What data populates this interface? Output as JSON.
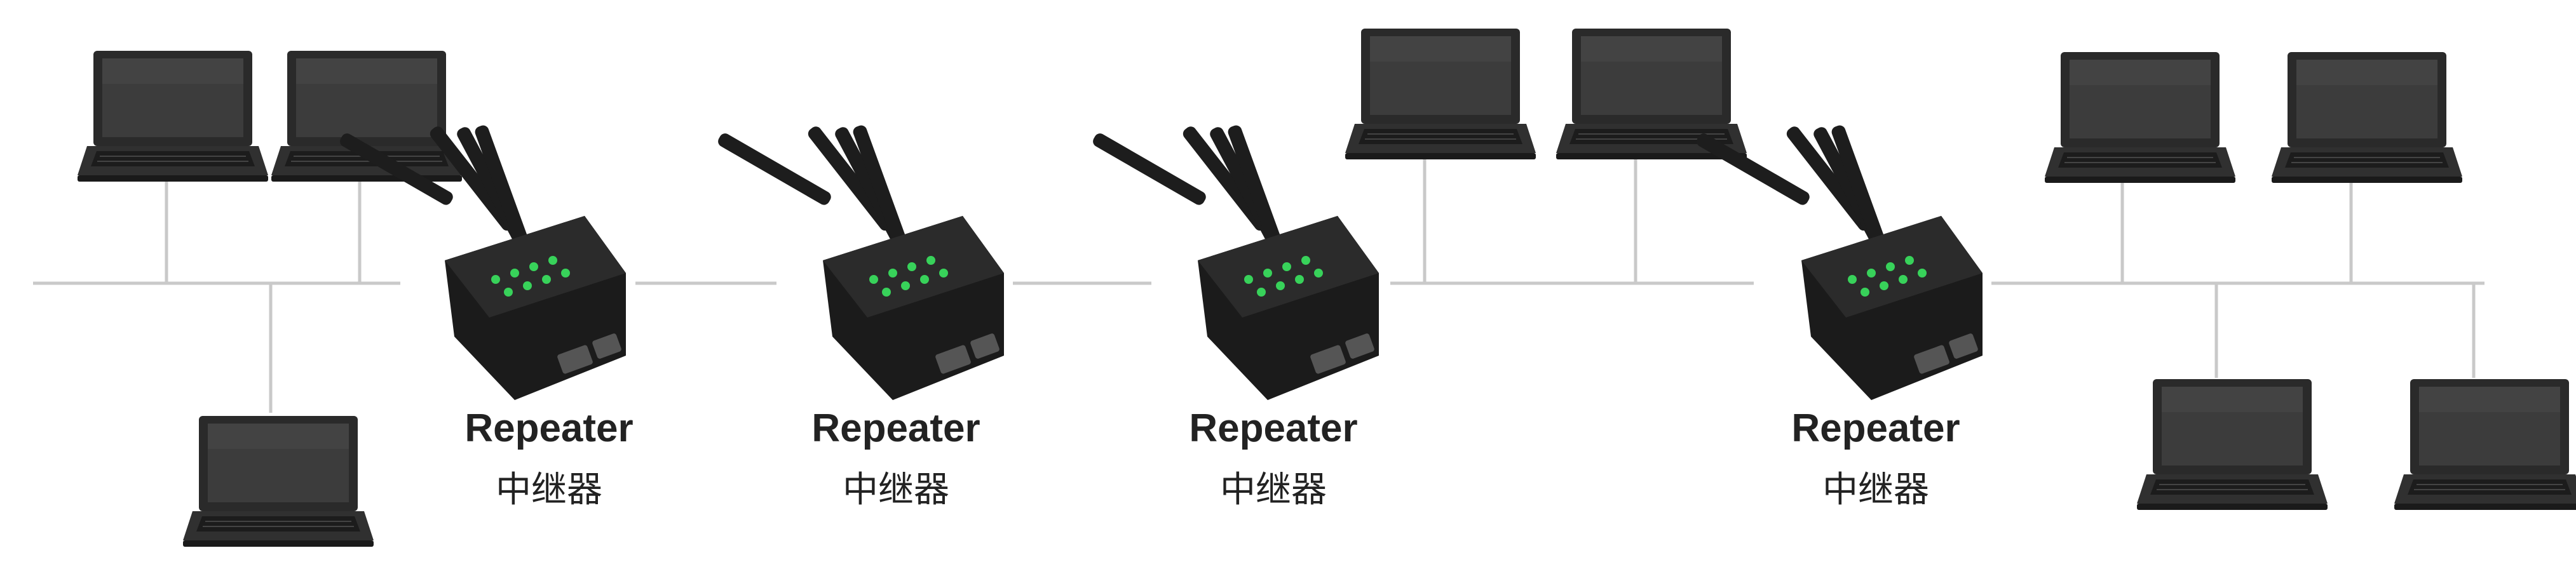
{
  "repeaters": [
    {
      "label_en": "Repeater",
      "label_zh": "中继器"
    },
    {
      "label_en": "Repeater",
      "label_zh": "中继器"
    },
    {
      "label_en": "Repeater",
      "label_zh": "中继器"
    },
    {
      "label_en": "Repeater",
      "label_zh": "中继器"
    }
  ],
  "colors": {
    "wire": "#c9c9c9",
    "device_body": "#1b1b1b",
    "led": "#38d25a",
    "laptop_frame": "#2a2a2a",
    "laptop_screen": "#3a3a3a"
  },
  "icons": {
    "repeater": "wifi-repeater-icon",
    "laptop": "laptop-icon"
  }
}
